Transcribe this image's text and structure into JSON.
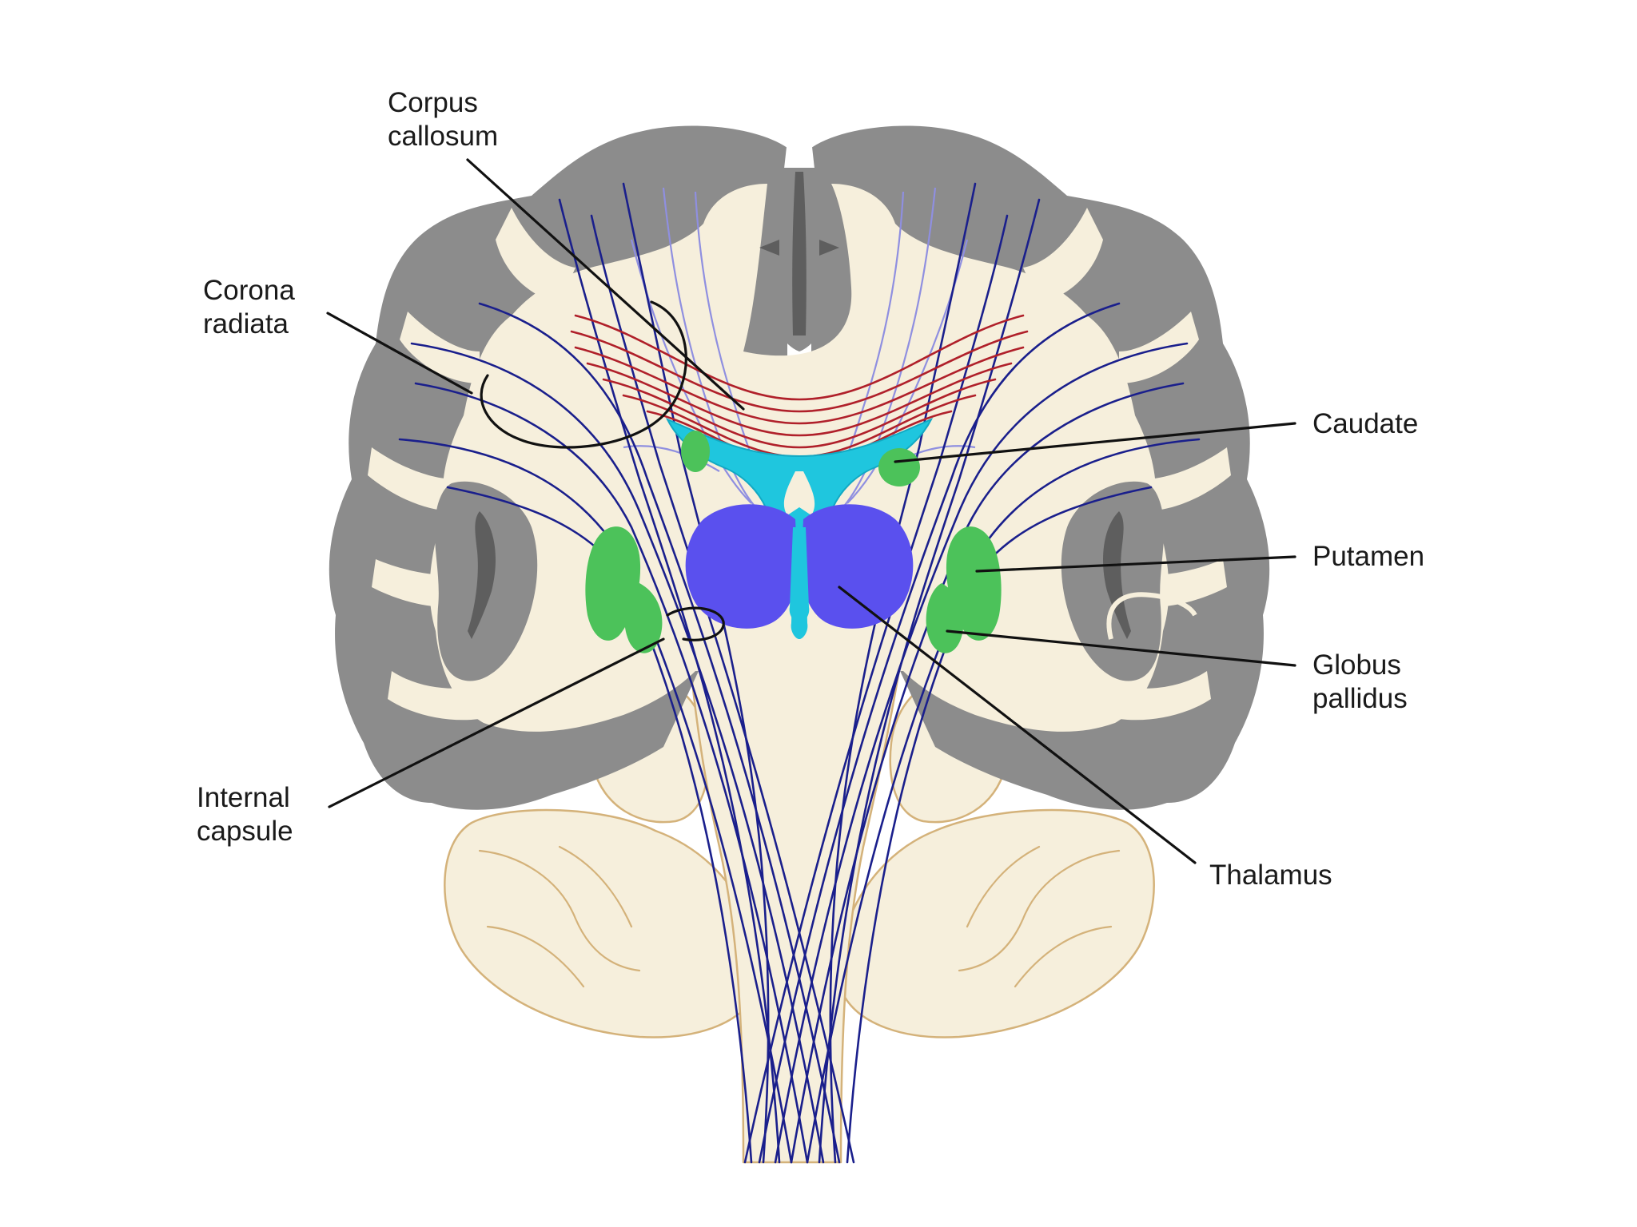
{
  "labels": {
    "corpus_callosum": [
      "Corpus",
      "callosum"
    ],
    "corona_radiata": [
      "Corona",
      "radiata"
    ],
    "caudate": [
      "Caudate"
    ],
    "putamen": [
      "Putamen"
    ],
    "globus_pallidus": [
      "Globus",
      "pallidus"
    ],
    "internal_capsule": [
      "Internal",
      "capsule"
    ],
    "thalamus": [
      "Thalamus"
    ]
  },
  "colors": {
    "background": "#ffffff",
    "white_matter": "#f6efdc",
    "grey_matter": "#8c8c8c",
    "ventricle": "#5e5e5e",
    "brainstem_outline": "#d4b27a",
    "projection_fibers": "#1a1f8c",
    "light_fibers": "#8f8fe0",
    "commissural_fibers": "#b0202a",
    "lateral_ventricle": "#1fc6de",
    "thalamus": "#5a50ee",
    "basal_ganglia": "#4cc25a",
    "leader_lines": "#111111"
  }
}
